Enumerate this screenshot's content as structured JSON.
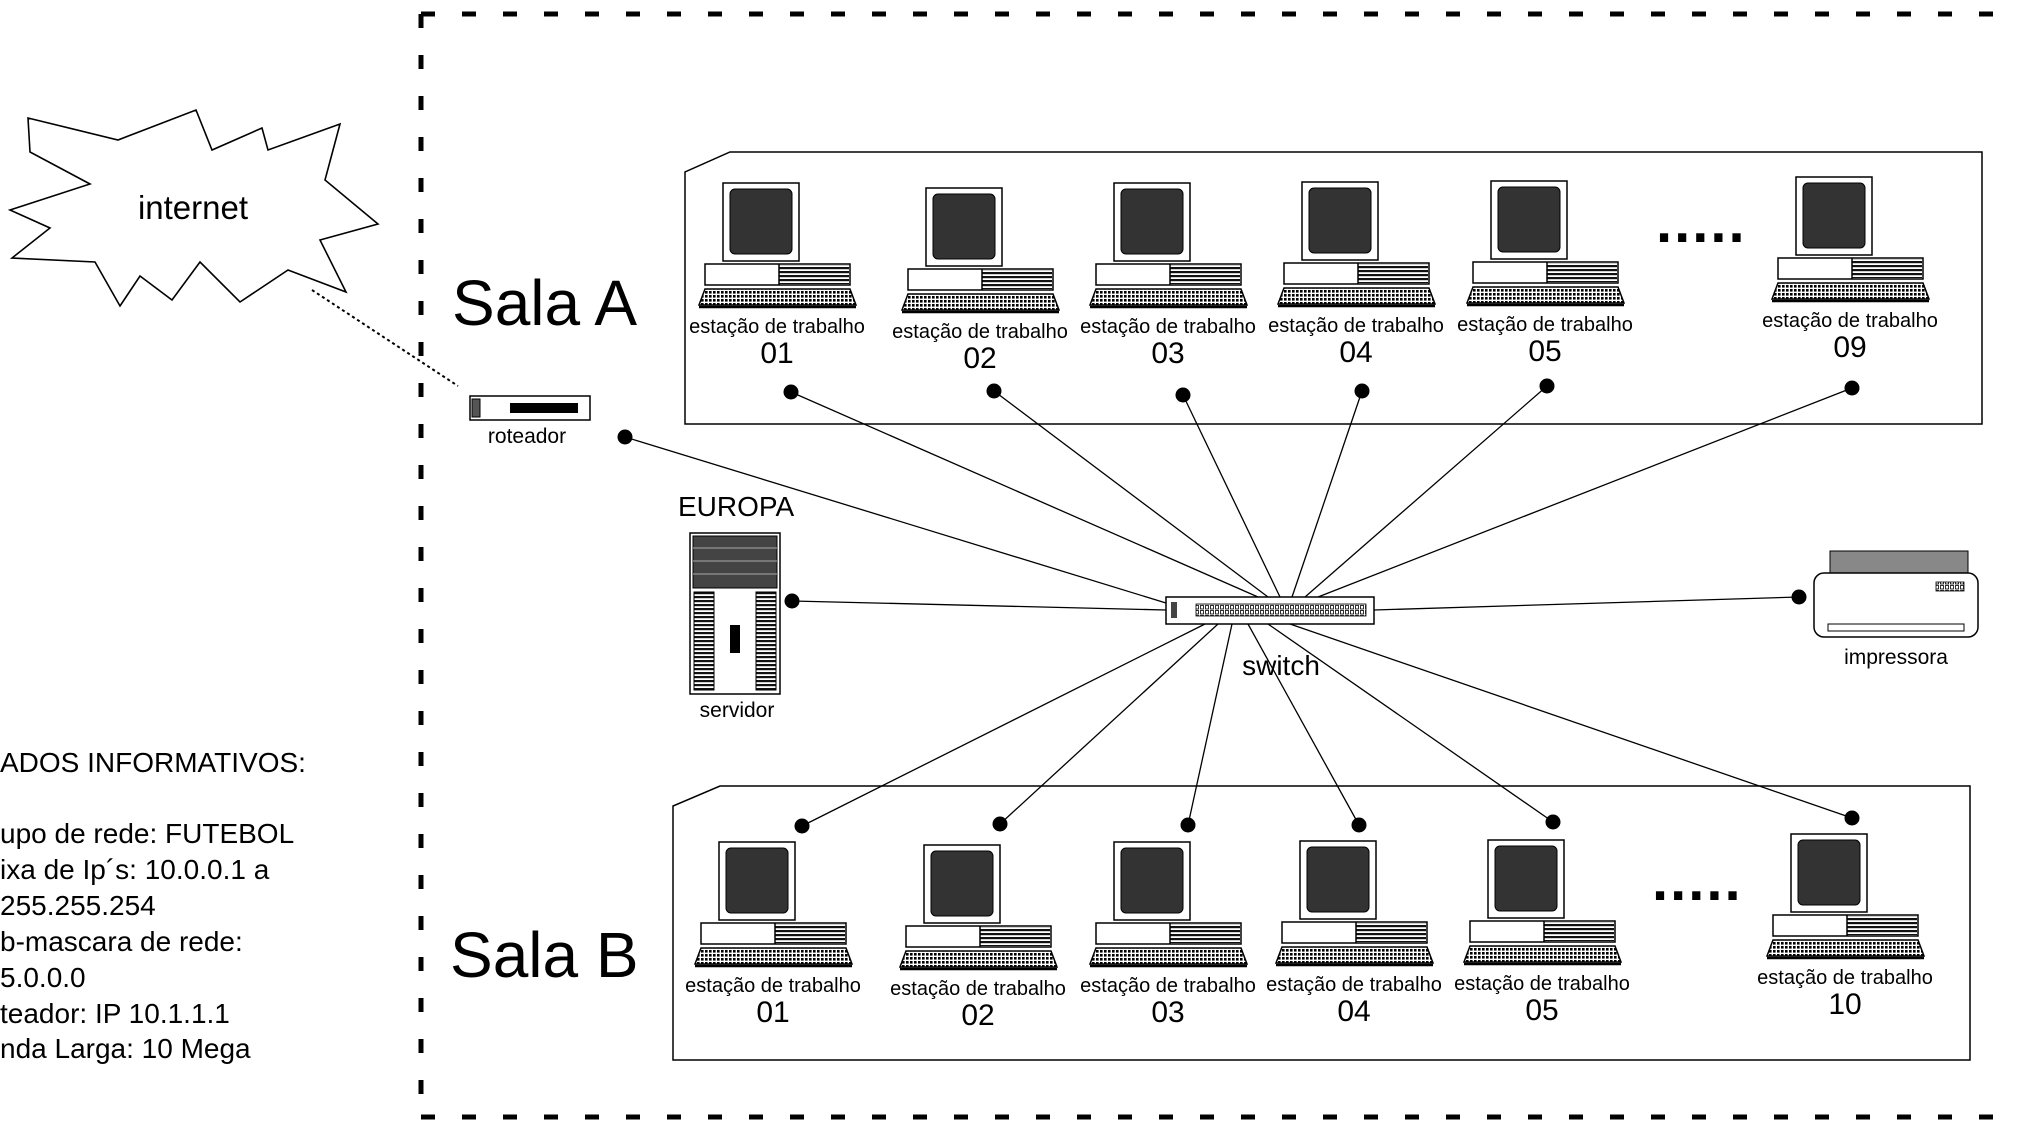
{
  "internet": {
    "label": "internet"
  },
  "router": {
    "label": "roteador"
  },
  "switch": {
    "label": "switch"
  },
  "server": {
    "name": "EUROPA",
    "label": "servidor"
  },
  "printer": {
    "label": "impressora"
  },
  "ellipsis": ".....",
  "sala_a": {
    "title": "Sala A",
    "stations": [
      {
        "label": "estação de trabalho",
        "number": "01"
      },
      {
        "label": "estação de trabalho",
        "number": "02"
      },
      {
        "label": "estação de trabalho",
        "number": "03"
      },
      {
        "label": "estação de trabalho",
        "number": "04"
      },
      {
        "label": "estação de trabalho",
        "number": "05"
      },
      {
        "label": "estação de trabalho",
        "number": "09"
      }
    ]
  },
  "sala_b": {
    "title": "Sala B",
    "stations": [
      {
        "label": "estação de trabalho",
        "number": "01"
      },
      {
        "label": "estação de trabalho",
        "number": "02"
      },
      {
        "label": "estação de trabalho",
        "number": "03"
      },
      {
        "label": "estação de trabalho",
        "number": "04"
      },
      {
        "label": "estação de trabalho",
        "number": "05"
      },
      {
        "label": "estação de trabalho",
        "number": "10"
      }
    ]
  },
  "info": {
    "lines": [
      "ADOS INFORMATIVOS:",
      "",
      "upo de rede: FUTEBOL",
      "ixa de Ip´s: 10.0.0.1 a",
      "255.255.254",
      "b-mascara de rede:",
      "5.0.0.0",
      "teador: IP 10.1.1.1",
      "nda Larga: 10 Mega"
    ]
  }
}
